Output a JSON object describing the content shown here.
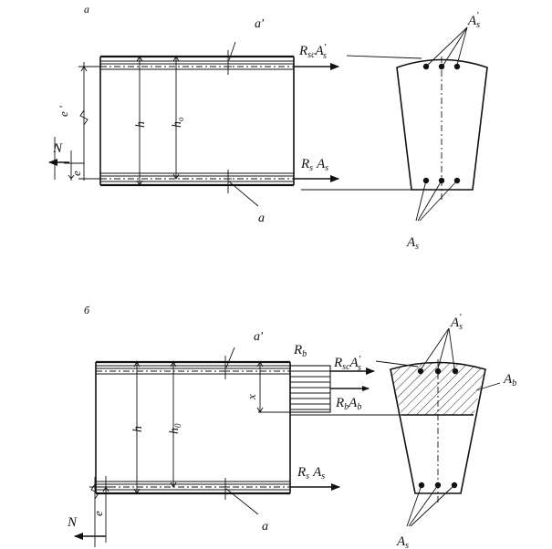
{
  "panel_a": {
    "label": "а",
    "a_prime": "a'",
    "a": "a",
    "h": "h",
    "h0": "h",
    "h0_sub": "o",
    "e_prime": "e '",
    "e": "e",
    "N": "N",
    "force_top": {
      "R": "R",
      "R_sub": "sc",
      "A": "A",
      "A_mark": "'",
      "A_sub": "s"
    },
    "force_bottom": {
      "R": "R",
      "R_sub": "s",
      "A": "A",
      "A_sub": "s"
    },
    "As_prime": {
      "A": "A",
      "sub": "s",
      "mark": "'"
    },
    "As": {
      "A": "A",
      "sub": "s"
    }
  },
  "panel_b": {
    "label": "б",
    "a_prime": "a'",
    "a": "a",
    "h": "h",
    "h0": "h",
    "h0_sub": "0",
    "x": "x",
    "e": "e",
    "N": "N",
    "Rb": {
      "R": "R",
      "sub": "b"
    },
    "force_top": {
      "R": "R",
      "R_sub": "sc",
      "A": "A",
      "A_mark": "'",
      "A_sub": "s"
    },
    "force_mid": {
      "R": "R",
      "R_sub": "b",
      "A": "A",
      "A_sub": "b"
    },
    "force_bottom": {
      "R": "R",
      "R_sub": "s",
      "A": "A",
      "A_sub": "s"
    },
    "As_prime": {
      "A": "A",
      "sub": "s",
      "mark": "'"
    },
    "Ab": {
      "A": "A",
      "sub": "b"
    },
    "As": {
      "A": "A",
      "sub": "s"
    }
  }
}
